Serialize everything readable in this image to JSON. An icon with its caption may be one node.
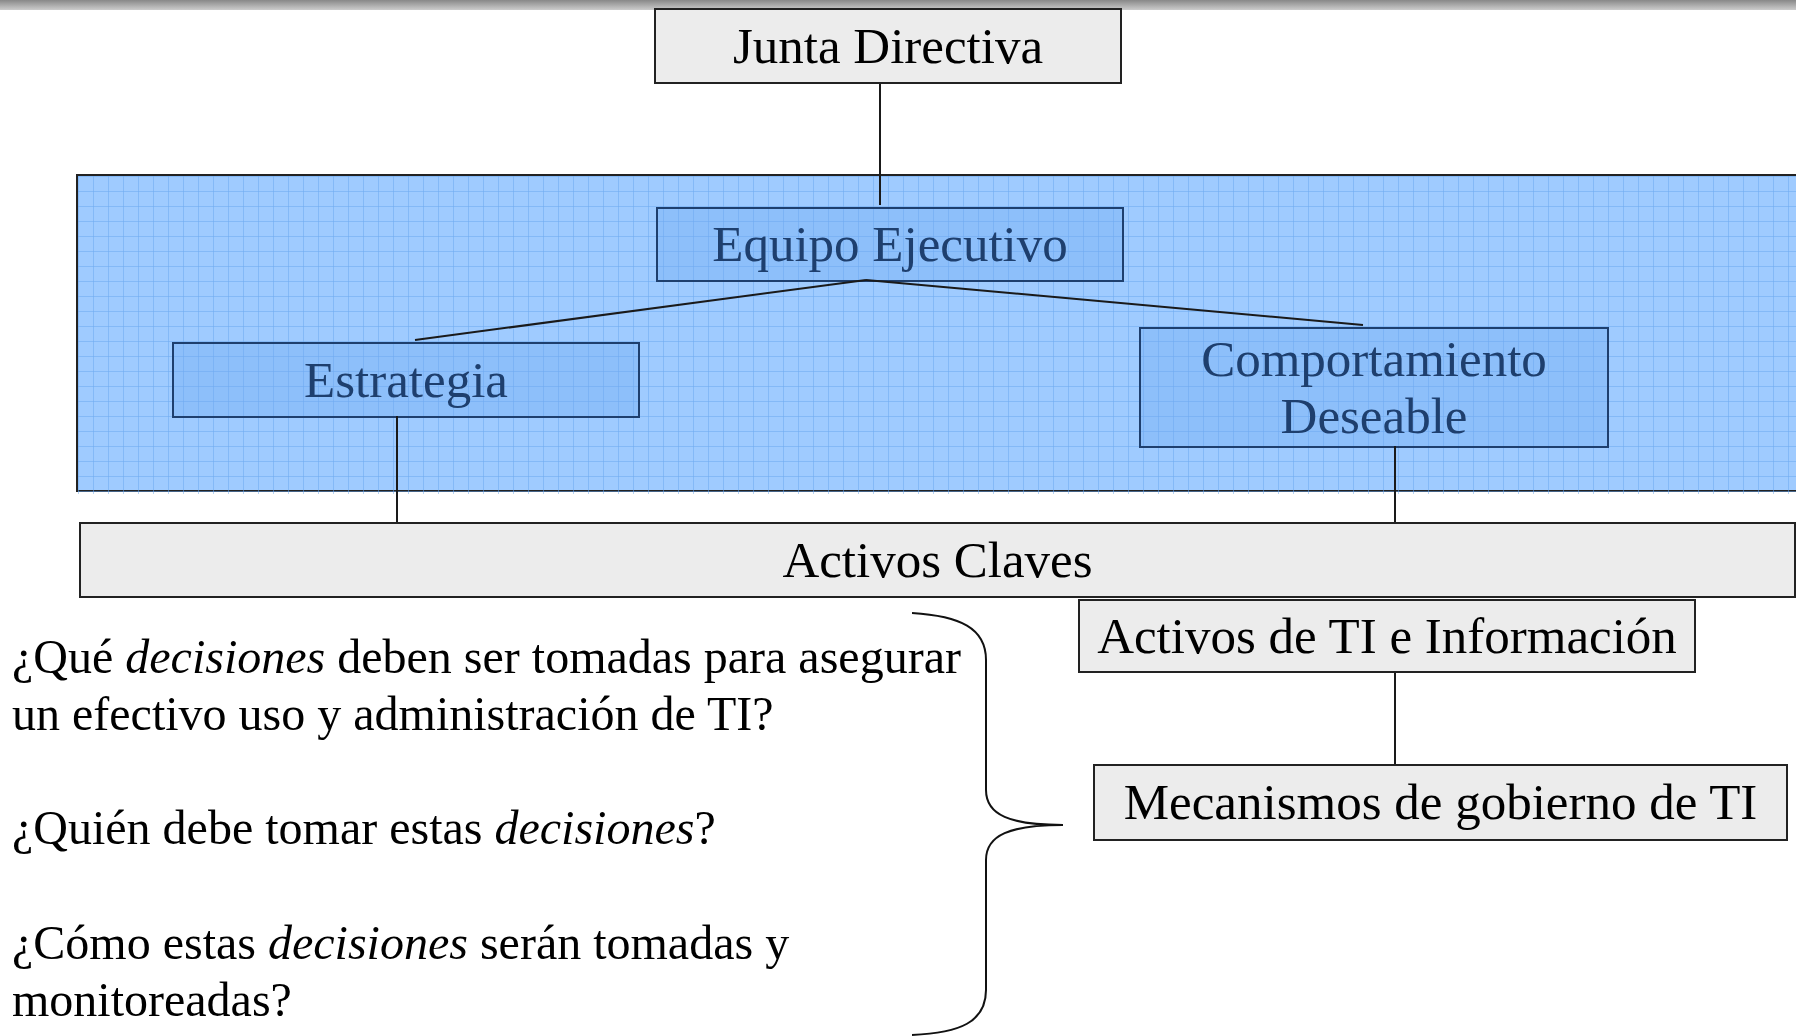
{
  "diagram": {
    "nodes": [
      {
        "text": [
          "Junta Directiva"
        ]
      },
      {
        "text": [],
        "shape": "box"
      },
      {
        "text": [
          "Equipo Ejecutivo"
        ],
        "in": 1
      },
      {
        "text": [
          "Estrategia"
        ],
        "in": 1
      },
      {
        "text": [
          "Comportamiento Deseable"
        ],
        "in": 1
      },
      {
        "text": [
          "Activos Claves"
        ]
      },
      {
        "text": [
          "Activos de TI e Información"
        ]
      },
      {
        "text": [
          "Mecanismos de gobierno de TI"
        ]
      }
    ],
    "edges": [
      {
        "from": 0,
        "to": 2,
        "arrow": "none"
      },
      {
        "from": 2,
        "to": 3,
        "arrow": "none"
      },
      {
        "from": 2,
        "to": 4,
        "arrow": "none"
      },
      {
        "from": 3,
        "to": 5,
        "arrow": "none"
      },
      {
        "from": 4,
        "to": 5,
        "arrow": "none"
      },
      {
        "from": 6,
        "to": 7,
        "arrow": "none"
      }
    ],
    "labels": [
      "¿Qué *decisiones* deben ser tomadas para asegurar un efectivo uso y administración de TI?",
      "¿Quién debe tomar estas *decisiones*?",
      "¿Cómo estas *decisiones* serán tomadas y monitoreadas?"
    ]
  }
}
